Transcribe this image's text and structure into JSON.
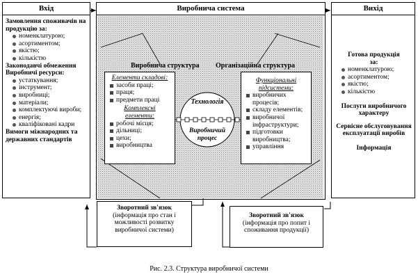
{
  "input": {
    "title": "Вхід",
    "orders_heading": "Замовлення споживачів на продукцію за:",
    "orders_items": [
      "номенклатурою;",
      "асортиментом;",
      "якістю;",
      "кількістю"
    ],
    "legal": "Законодавчі обмеження",
    "resources_heading": "Виробничі ресурси:",
    "resources_items": [
      "устаткування;",
      "інструмент;",
      "виробниці;",
      "матеріали;",
      "комплектуючі вироби;",
      "енергія;",
      "кваліфіковані кадри"
    ],
    "standards": "Вимоги міжнародних та державних стандартів"
  },
  "system": {
    "title": "Виробнича система",
    "prod_structure": "Виробнича структура",
    "org_structure": "Організаційна структура",
    "left_panel": {
      "heading": "Елементи складові:",
      "items_a": [
        "засоби праці;",
        "праця;",
        "предмети праці"
      ],
      "subheading": "Комплексні елементи:",
      "items_b": [
        "робочі місця;",
        "дільниці;",
        "цехи;",
        "виробництва"
      ]
    },
    "right_panel": {
      "heading": "Функціональні підсистеми:",
      "items": [
        "виробничих процесів;",
        "складу елементів;",
        "виробничої інфраструктури;",
        "підготовки виробництва;",
        "управління"
      ]
    },
    "technology": "Технологія",
    "process": "Виробничий процес"
  },
  "output": {
    "title": "Вихід",
    "products_heading": "Готова продукція за:",
    "products_items": [
      "номенклатурою;",
      "асортиментом;",
      "якістю;",
      "кількістю"
    ],
    "services": "Послуги виробничого характеру",
    "maintenance": "Сервісне обслуговування експлуатації виробів",
    "info": "Інформація"
  },
  "feedback_left": {
    "title": "Зворотний зв'язок",
    "text": "(інформація про стан і можливості розвитку виробничої системи)"
  },
  "feedback_right": {
    "title": "Зворотний зв'язок",
    "text": "(інформація про попит і споживання продукції)"
  },
  "caption": "Рис. 2.3. Структура виробничої системи"
}
